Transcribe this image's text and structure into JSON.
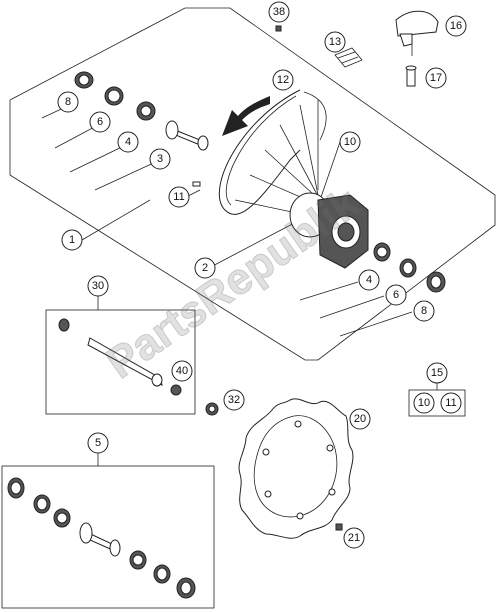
{
  "watermark": "PartsRepublik",
  "callouts": {
    "c1": "1",
    "c2": "2",
    "c3": "3",
    "c4a": "4",
    "c4b": "4",
    "c5": "5",
    "c6a": "6",
    "c6b": "6",
    "c8a": "8",
    "c8b": "8",
    "c10": "10",
    "c11": "11",
    "c12": "12",
    "c13": "13",
    "c15": "15",
    "c15a": "10",
    "c15b": "11",
    "c16": "16",
    "c17": "17",
    "c20": "20",
    "c21": "21",
    "c30": "30",
    "c32": "32",
    "c38": "38",
    "c40": "40"
  }
}
